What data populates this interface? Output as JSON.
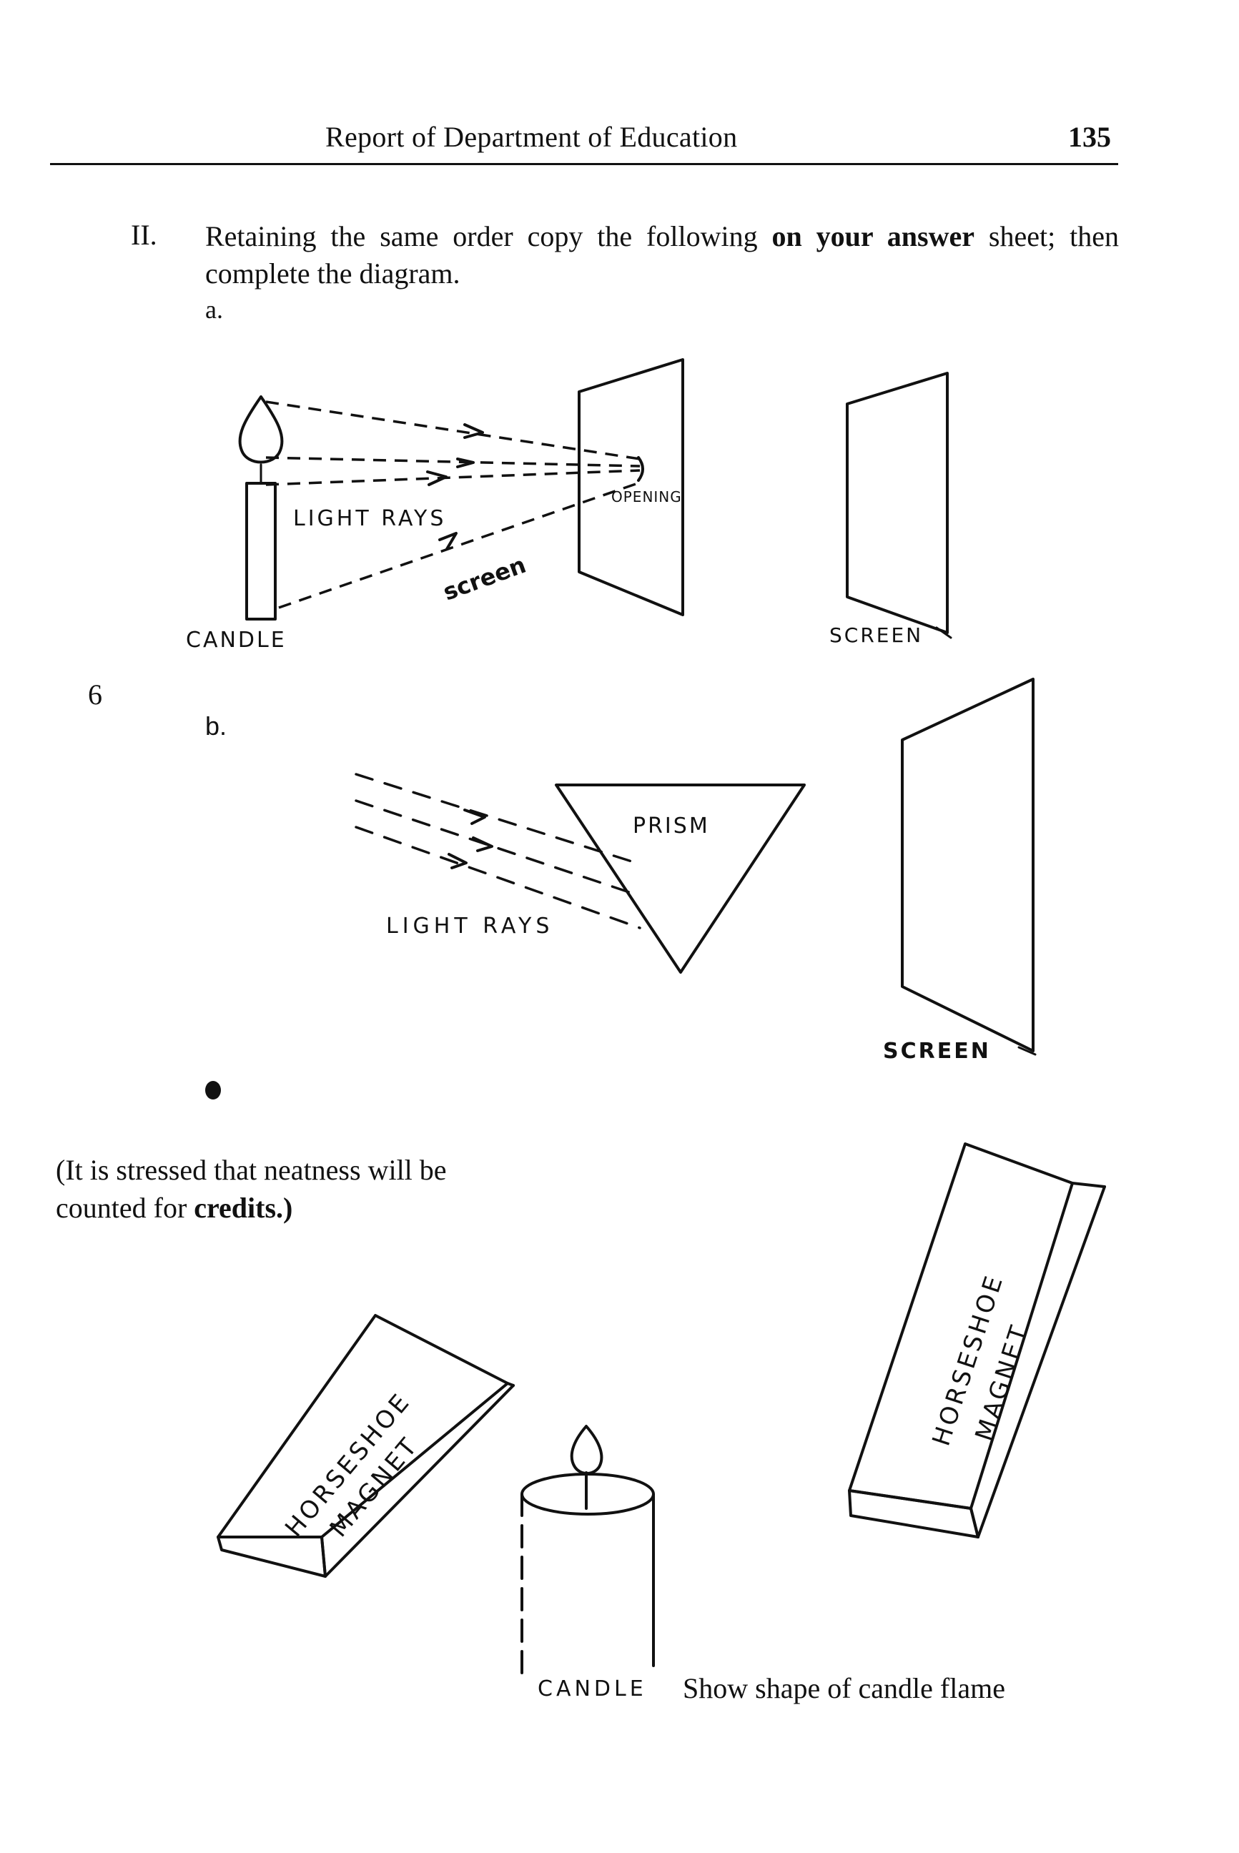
{
  "header": {
    "title": "Report of Department of Education",
    "page_number": "135"
  },
  "question": {
    "number": "II.",
    "text_lead": "Retaining the same order copy the following ",
    "text_bold": "on your answer",
    "text_rest": " sheet; then complete the diagram."
  },
  "margin_score": "6",
  "part_a": {
    "label": "a.",
    "candle_label": "CANDLE",
    "light_rays_label": "LIGHT RAYS",
    "screen_label_slanted": "screen",
    "opening_label": "OPENING",
    "screen_label": "SCREEN"
  },
  "part_b": {
    "label": "b.",
    "prism_label": "PRISM",
    "light_rays_label": "LIGHT RAYS",
    "screen_label": "SCREEN"
  },
  "note": {
    "text_lead": "(It is stressed that neatness will be counted for ",
    "text_bold": "credits.)"
  },
  "part_c": {
    "magnet_left_line1": "HORSESHOE",
    "magnet_left_line2": "MAGNET",
    "magnet_right_line1": "HORSESHOE",
    "magnet_right_line2": "MAGNET",
    "candle_label": "CANDLE",
    "caption": "Show shape of candle flame"
  }
}
